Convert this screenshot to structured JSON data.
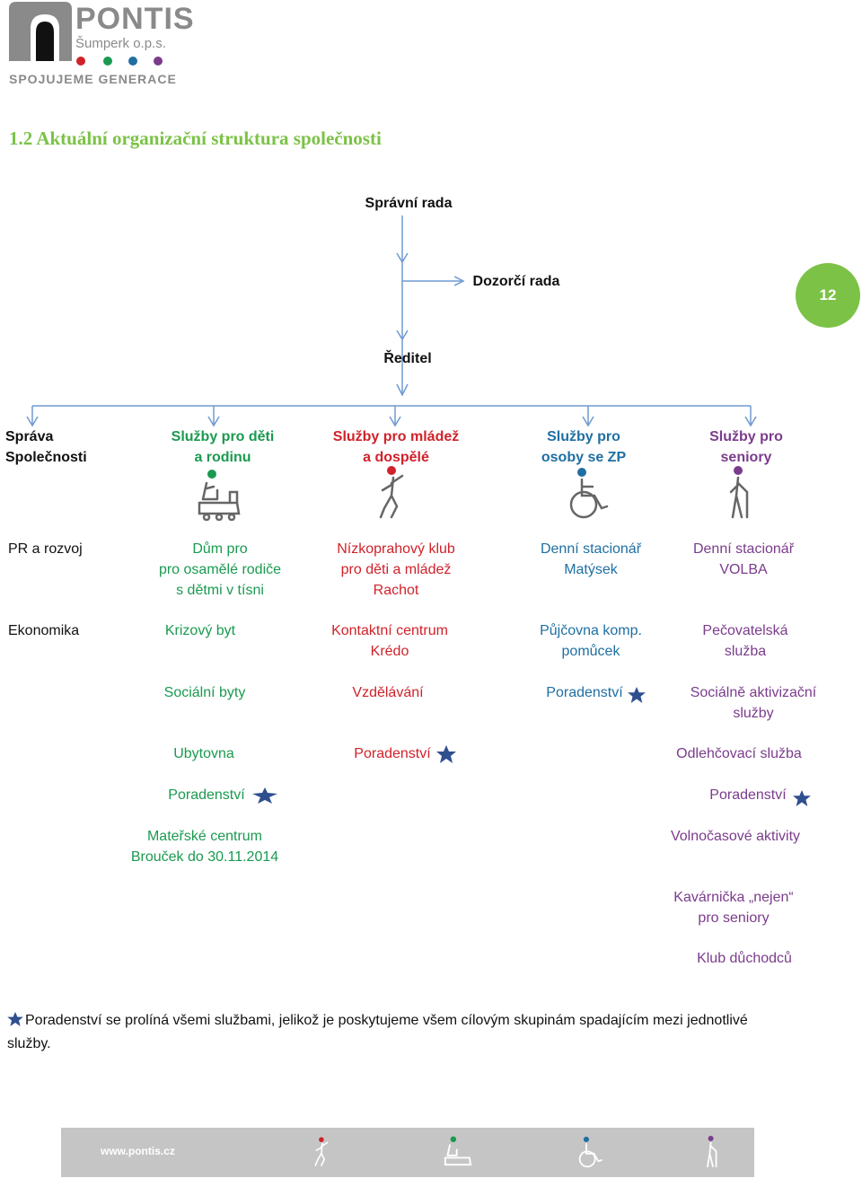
{
  "logo": {
    "name": "PONTIS",
    "subtitle": "Šumperk o.p.s.",
    "tagline": "SPOJUJEME GENERACE",
    "dot_colors": [
      "#d0222a",
      "#1a9a50",
      "#1f6fa3",
      "#7b3c8c"
    ]
  },
  "heading": "1.2  Aktuální organizační struktura společnosti",
  "page_number": "12",
  "top": {
    "board": "Správní rada",
    "supervisory": "Dozorčí rada",
    "director": "Ředitel"
  },
  "divisions": [
    {
      "line1": "Správa",
      "line2": "Společnosti",
      "color": "#111111"
    },
    {
      "line1": "Služby pro děti",
      "line2": "a rodinu",
      "color": "#1a9a50"
    },
    {
      "line1": "Služby pro mládež",
      "line2": "a dospělé",
      "color": "#d0222a"
    },
    {
      "line1": "Služby pro",
      "line2": "osoby se ZP",
      "color": "#1f6fa3"
    },
    {
      "line1": "Služby pro",
      "line2": "seniory",
      "color": "#7b3c8c"
    }
  ],
  "icons": [
    "child-on-train-icon",
    "youth-icon",
    "wheelchair-user-icon",
    "senior-with-cane-icon"
  ],
  "units": {
    "admin": [
      "PR a rozvoj",
      "Ekonomika"
    ],
    "children": {
      "dum_l1": "Dům pro",
      "dum_l2": "pro osamělé rodiče",
      "dum_l3": "s dětmi v tísni",
      "krizovy": "Krizový byt",
      "socialni": "Sociální byty",
      "ubytovna": "Ubytovna",
      "poradenstvi": "Poradenství",
      "materske_l1": "Mateřské centrum",
      "materske_l2": "Brouček do 30.11.2014"
    },
    "youth": {
      "klub_l1": "Nízkoprahový klub",
      "klub_l2": "pro děti a mládež",
      "klub_l3": "Rachot",
      "kontakt_l1": "Kontaktní centrum",
      "kontakt_l2": "Krédo",
      "vzdelavani": "Vzdělávání",
      "poradenstvi": "Poradenství"
    },
    "disabled": {
      "stacionar_l1": "Denní stacionář",
      "stacionar_l2": "Matýsek",
      "pujcovna_l1": "Půjčovna komp.",
      "pujcovna_l2": "pomůcek",
      "poradenstvi": "Poradenství"
    },
    "seniors": {
      "stacionar_l1": "Denní stacionář",
      "stacionar_l2": "VOLBA",
      "pecovatelska_l1": "Pečovatelská",
      "pecovatelska_l2": "služba",
      "aktivizacni_l1": "Sociálně aktivizační",
      "aktivizacni_l2": "služby",
      "odlehcovaci": "Odlehčovací služba",
      "poradenstvi": "Poradenství",
      "volnocasove": "Volnočasové aktivity",
      "kavarnicka_l1": "Kavárnička „nejen“",
      "kavarnicka_l2": "pro seniory",
      "klub": "Klub důchodců"
    }
  },
  "footnote": {
    "line1": "Poradenství se prolíná všemi službami, jelikož je poskytujeme všem cílovým skupinám spadajícím mezi jednotlivé",
    "line2": "služby."
  },
  "footer": {
    "url": "www.pontis.cz"
  },
  "colors": {
    "heading": "#7cc247",
    "arrows": "#6f9bd1",
    "star": "#2f4f8f",
    "footer_bar": "#c5c5c5"
  }
}
